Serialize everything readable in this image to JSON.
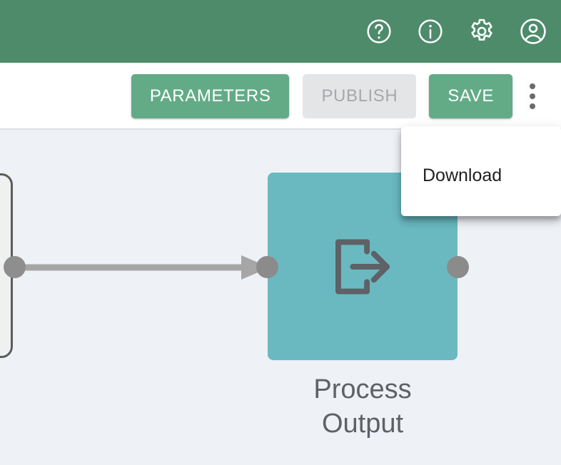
{
  "app": {
    "header": {
      "background_color": "#4d8b6b",
      "actions": [
        {
          "name": "help-icon",
          "label": "Help"
        },
        {
          "name": "info-icon",
          "label": "Info"
        },
        {
          "name": "settings-icon",
          "label": "Settings"
        },
        {
          "name": "account-icon",
          "label": "Account"
        }
      ]
    },
    "toolbar": {
      "background_color": "#ffffff",
      "parameters_label": "PARAMETERS",
      "publish_label": "PUBLISH",
      "publish_disabled": true,
      "save_label": "SAVE",
      "overflow_icon": "more-vert-icon",
      "primary_color": "#63ab87",
      "disabled_color": "#e4e5e7"
    },
    "menu": {
      "open": true,
      "items": [
        {
          "label": "Download"
        }
      ]
    },
    "canvas": {
      "background_color": "#eef1f6",
      "nodes": [
        {
          "id": "process-output",
          "title": "Process\nOutput",
          "color": "#6ab9c1",
          "icon": "exit-arrow-icon",
          "ports": [
            "input",
            "output"
          ]
        },
        {
          "id": "upstream-node-partial",
          "title": "",
          "color": "#eff0f0",
          "border_color": "#5c5c5c",
          "ports": [
            "output"
          ]
        }
      ],
      "edges": [
        {
          "from": "upstream-node-partial",
          "to": "process-output",
          "color": "#a6a6a6",
          "arrow": true
        }
      ]
    }
  }
}
